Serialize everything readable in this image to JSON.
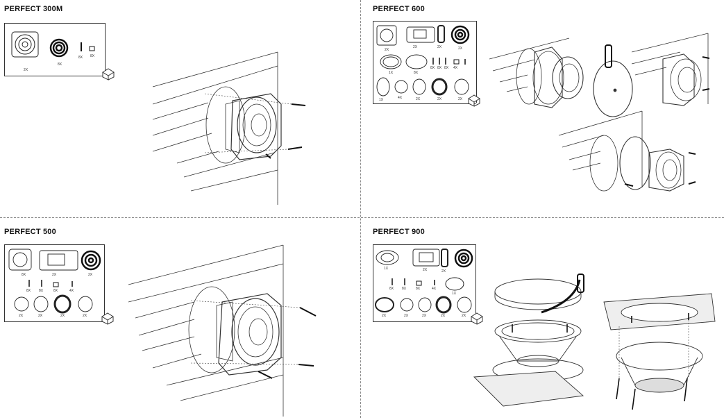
{
  "sections": {
    "q1": {
      "title": "PERFECT 300M",
      "qty": [
        "2X",
        "8X",
        "8X",
        "8X"
      ]
    },
    "q2": {
      "title": "PERFECT 600",
      "qty": [
        "2X",
        "2X",
        "2X",
        "2X",
        "1X",
        "8X",
        "8X",
        "8X",
        "8X",
        "4X",
        "1X",
        "4X",
        "2X",
        "2X",
        "2X"
      ]
    },
    "q3": {
      "title": "PERFECT 500",
      "qty": [
        "8X",
        "2X",
        "2X",
        "8X",
        "8X",
        "8X",
        "4X",
        "2X",
        "2X",
        "2X",
        "2X"
      ]
    },
    "q4": {
      "title": "PERFECT 900",
      "qty": [
        "1X",
        "2X",
        "2X",
        "8X",
        "8X",
        "8X",
        "4X",
        "1X",
        "2X",
        "2X",
        "2X",
        "2X",
        "2X"
      ]
    }
  }
}
